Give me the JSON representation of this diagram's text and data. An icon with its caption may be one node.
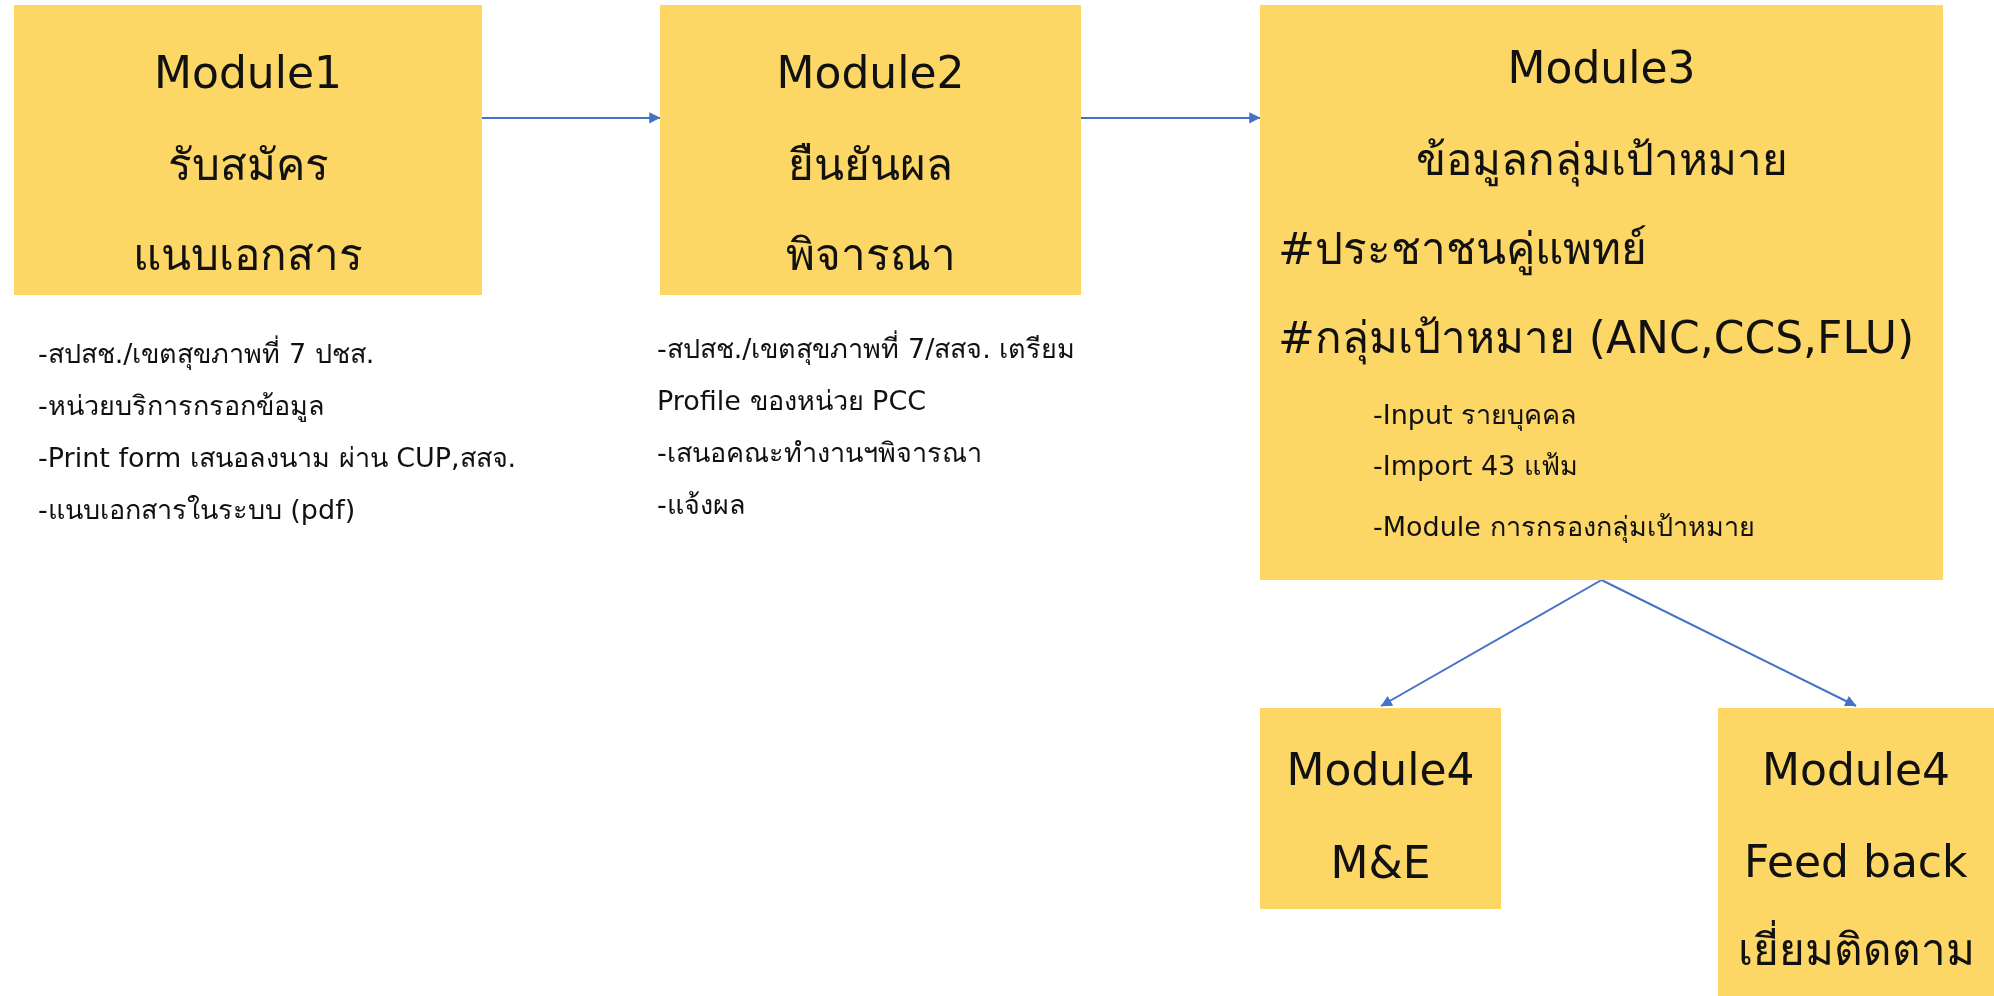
{
  "diagram": {
    "nodes": [
      {
        "text": [
          "Module1",
          "รับสมัคร",
          "แนบเอกสาร"
        ],
        "beside": [
          "-สปสช./เขตสุขภาพที่ 7  ปชส.",
          "-หน่วยบริการกรอกข้อมูล",
          "-Print form เสนอลงนาม ผ่าน CUP,สสจ.",
          "-แนบเอกสารในระบบ (pdf)"
        ]
      },
      {
        "text": [
          "Module2",
          "ยืนยันผล",
          "พิจารณา"
        ],
        "beside": [
          "-สปสช./เขตสุขภาพที่ 7/สสจ. เตรียม Profile ของหน่วย PCC",
          "-เสนอคณะทำงานฯพิจารณา",
          "-แจ้งผล"
        ]
      },
      {
        "text": [
          "Module3",
          "ข้อมูลกลุ่มเป้าหมาย",
          "#ประชาชนคู่แพทย์",
          "#กลุ่มเป้าหมาย (ANC,CCS,FLU)",
          "-Input รายบุคคล",
          "-Import 43 แฟ้ม",
          "-Module การกรองกลุ่มเป้าหมาย"
        ]
      },
      {
        "text": [
          "Module4",
          "M&E"
        ]
      },
      {
        "text": [
          "Module4",
          "Feed back",
          "เยี่ยมติดตาม"
        ]
      }
    ],
    "edges": [
      {
        "from": 0,
        "to": 1,
        "arrow": "to"
      },
      {
        "from": 1,
        "to": 2,
        "arrow": "to"
      },
      {
        "from": 2,
        "to": 3,
        "arrow": "to"
      },
      {
        "from": 2,
        "to": 4,
        "arrow": "to"
      }
    ]
  }
}
